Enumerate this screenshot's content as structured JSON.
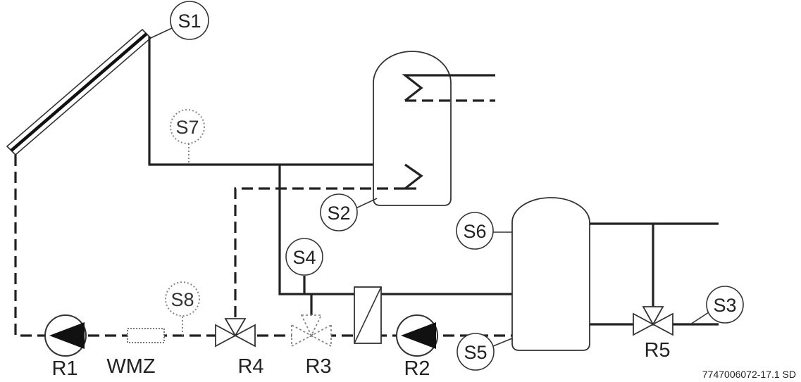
{
  "sensors": {
    "s1": "S1",
    "s2": "S2",
    "s3": "S3",
    "s4": "S4",
    "s5": "S5",
    "s6": "S6",
    "s7": "S7",
    "s8": "S8"
  },
  "components": {
    "r1": "R1",
    "r2": "R2",
    "r3": "R3",
    "r4": "R4",
    "r5": "R5",
    "wmz": "WMZ"
  },
  "figure_ref": "7747006072-17.1 SD"
}
